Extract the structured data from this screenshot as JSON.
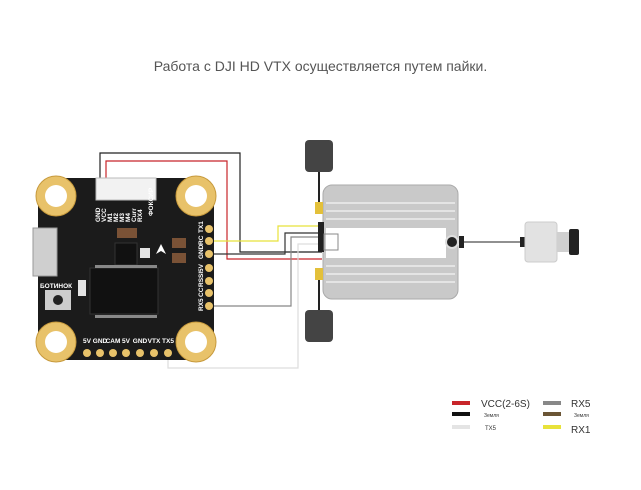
{
  "title": "Работа с DJI HD VTX осуществляется путем пайки.",
  "board": {
    "header_label": "ФОКСИР",
    "brand_label": "БОТИНОК",
    "top_pins": [
      "GND",
      "VCC",
      "M1",
      "M2",
      "M3",
      "M4",
      "Curr",
      "RX4"
    ],
    "right_pads": [
      "TX1",
      "RC",
      "GND",
      "5V",
      "RSSI",
      "CC",
      "RX5"
    ],
    "bottom_pads": [
      "5V",
      "GND",
      "CAM",
      "5V",
      "GND",
      "VTX",
      "TX5"
    ]
  },
  "legend": [
    {
      "label": "VCC(2-6S)",
      "color": "#c8252a"
    },
    {
      "label": "Земля",
      "color": "#111111"
    },
    {
      "label": "TX5",
      "color": "#e4e4e4"
    },
    {
      "label": "RX5",
      "color": "#888888"
    },
    {
      "label": "Земля",
      "color": "#6b5535"
    },
    {
      "label": "RX1",
      "color": "#e8e23a"
    }
  ]
}
